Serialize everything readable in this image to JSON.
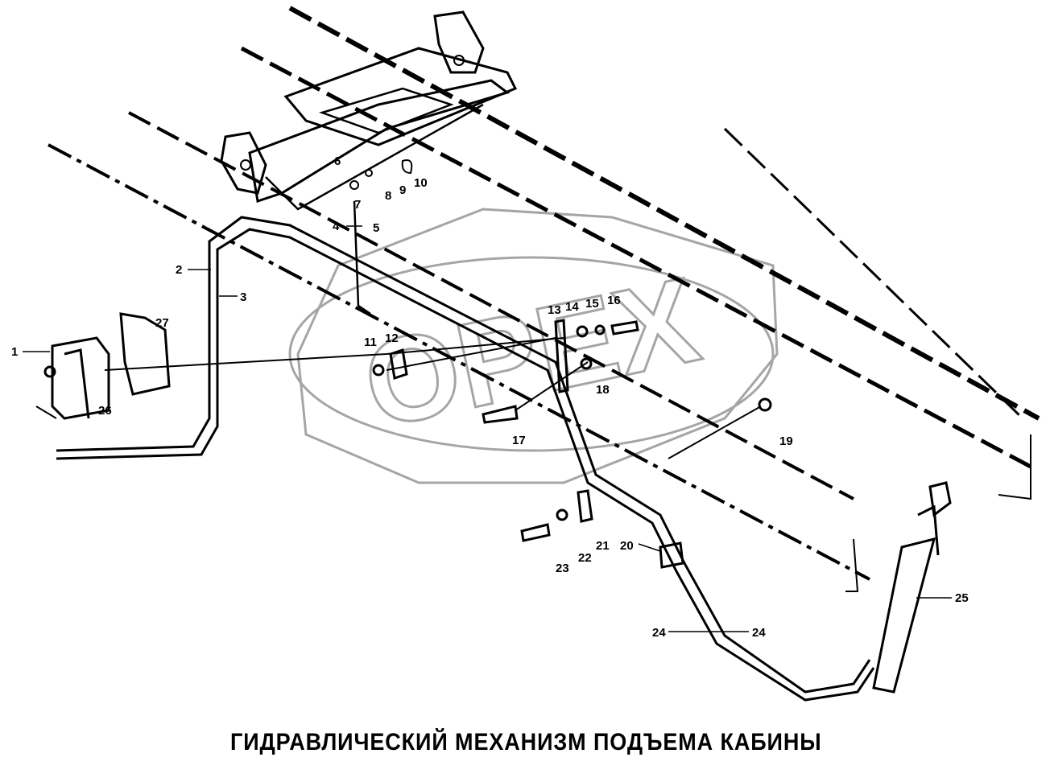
{
  "title": "ГИДРАВЛИЧЕСКИЙ МЕХАНИЗМ ПОДЪЕМА КАБИНЫ",
  "watermark": "OPEX",
  "callouts": [
    "1",
    "2",
    "3",
    "4",
    "5",
    "6",
    "7",
    "8",
    "9",
    "10",
    "11",
    "12",
    "13",
    "14",
    "15",
    "16",
    "17",
    "18",
    "19",
    "20",
    "21",
    "22",
    "23",
    "24",
    "24",
    "25",
    "26",
    "27"
  ]
}
